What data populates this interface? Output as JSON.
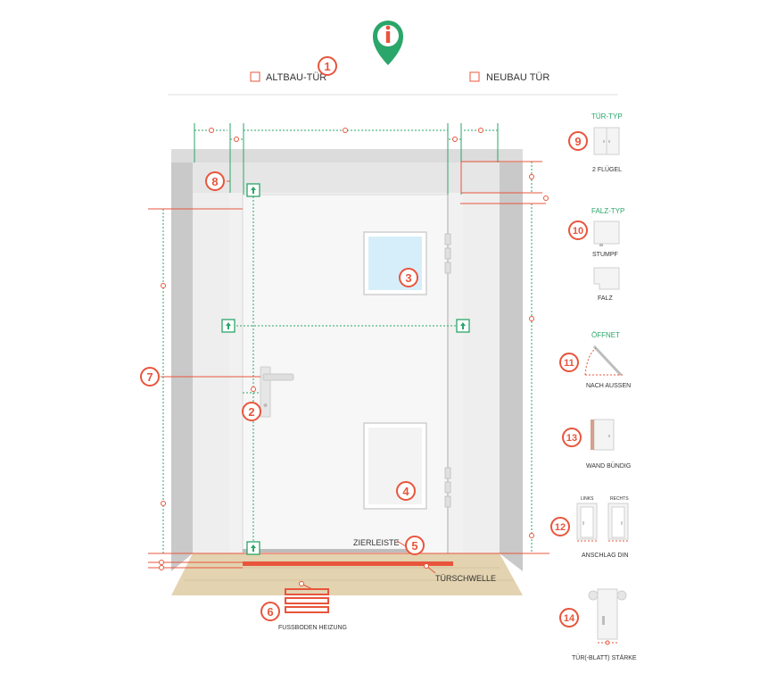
{
  "options": {
    "altbau_label": "ALTBAU-TÜR",
    "neubau_label": "NEUBAU TÜR",
    "altbau_checked": false,
    "neubau_checked": false
  },
  "callouts": [
    "1",
    "2",
    "3",
    "4",
    "5",
    "6",
    "7",
    "8",
    "9",
    "10",
    "11",
    "12",
    "13",
    "14"
  ],
  "door_labels": {
    "zierleiste": "ZIERLEISTE",
    "tuerschwelle": "TÜRSCHWELLE",
    "fussboden": "FUSSBODEN HEIZUNG"
  },
  "sidebar": {
    "tuer_typ_title": "TÜR-TYP",
    "tuer_typ_label": "2 FLÜGEL",
    "falz_typ_title": "FALZ-TYP",
    "stumpf_label": "STUMPF",
    "falz_label": "FALZ",
    "oeffnet_title": "ÖFFNET",
    "nach_aussen_label": "NACH AUSSEN",
    "wand_label": "WAND BÜNDIG",
    "links_label": "LINKS",
    "rechts_label": "RECHTS",
    "anschlag_label": "ANSCHLAG DIN",
    "staerke_label": "TÜR(-BLATT) STÄRKE"
  },
  "colors": {
    "accent": "#e8553c",
    "green": "#2aa66a",
    "wall_dark": "#c8c8c8",
    "wall_light": "#e6e6e6",
    "floor": "#e3d3b0"
  }
}
